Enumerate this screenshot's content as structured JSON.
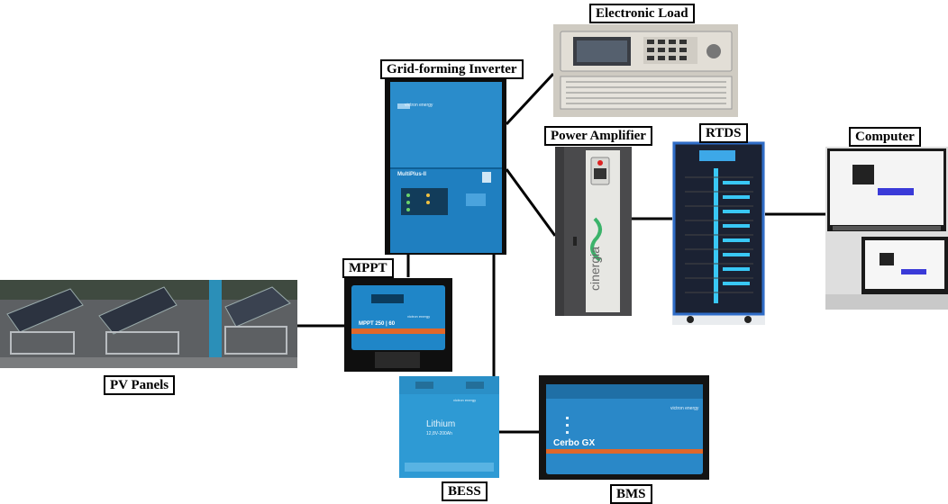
{
  "labels": {
    "electronic_load": "Electronic Load",
    "inverter": "Grid-forming Inverter",
    "power_amplifier": "Power Amplifier",
    "rtds": "RTDS",
    "computer": "Computer",
    "mppt": "MPPT",
    "pv_panels": "PV Panels",
    "bess": "BESS",
    "bms": "BMS"
  },
  "device_text": {
    "inverter_brand": "victron energy",
    "inverter_model": "MultiPlus-II",
    "mppt_model": "MPPT 250 | 60",
    "mppt_brand": "victron energy",
    "battery_brand": "victron energy",
    "battery_type": "Lithium",
    "battery_spec": "12,8V-200Ah",
    "amplifier_brand": "cinergia",
    "bms_model": "Cerbo GX",
    "bms_brand": "victron energy"
  }
}
